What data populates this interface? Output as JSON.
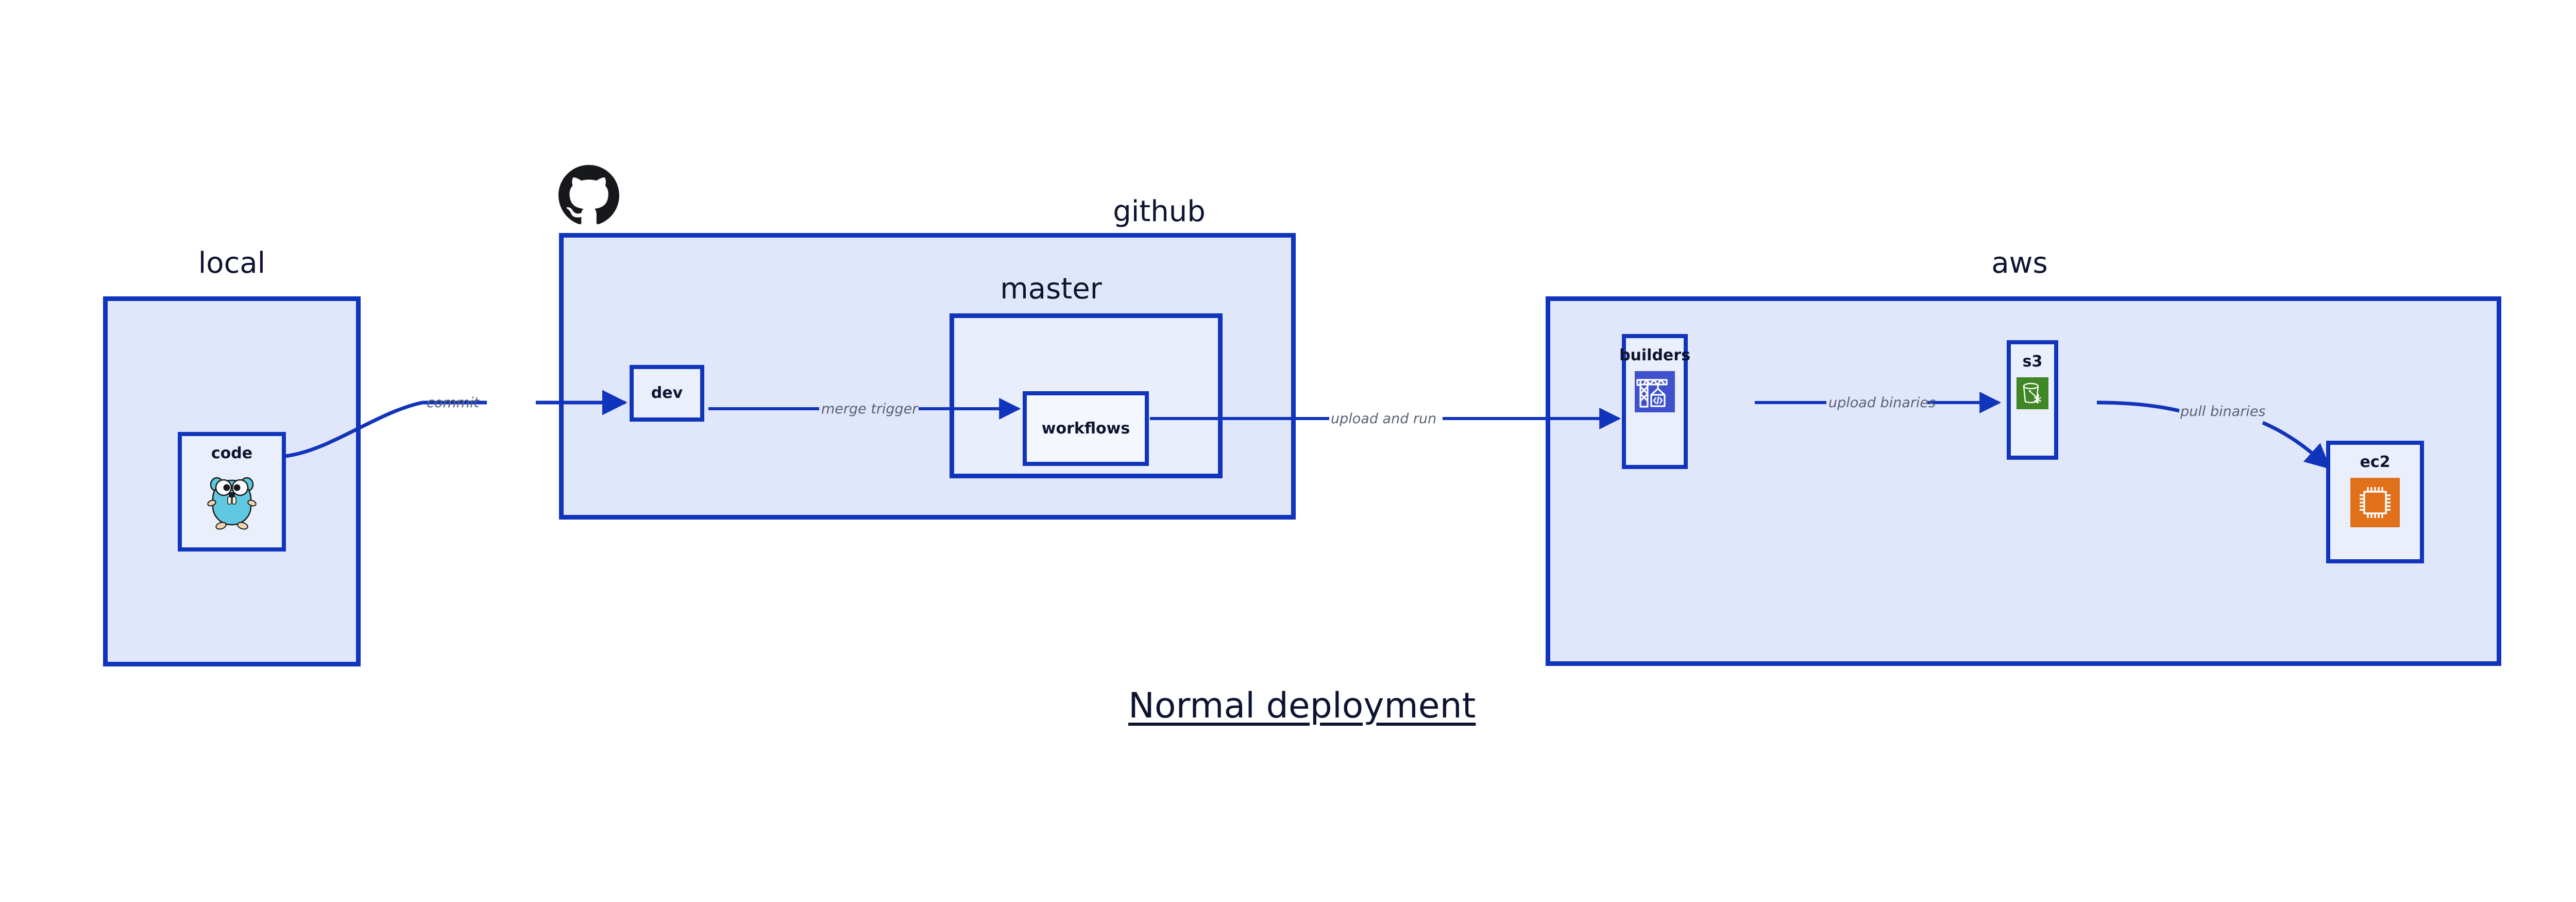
{
  "diagram": {
    "title": "Normal deployment",
    "background": "#ffffff",
    "accent_border": "#1034bb",
    "cluster_fill": "#e1e7fa",
    "node_fill": "#eaeffc",
    "label_color": "#0e1430",
    "edge_label_color": "#5a6172"
  },
  "clusters": [
    {
      "id": "local",
      "label": "local"
    },
    {
      "id": "github",
      "label": "github"
    },
    {
      "id": "master",
      "label": "master"
    },
    {
      "id": "aws",
      "label": "aws"
    }
  ],
  "nodes": [
    {
      "id": "code",
      "label": "code",
      "icon": "go-gopher-icon",
      "icon_color": "#5ec9e0"
    },
    {
      "id": "dev",
      "label": "dev",
      "icon": "none",
      "icon_color": ""
    },
    {
      "id": "workflows",
      "label": "workflows",
      "icon": "none",
      "icon_color": ""
    },
    {
      "id": "builders",
      "label": "builders",
      "icon": "aws-codebuild-icon",
      "icon_color": "#3f51cc"
    },
    {
      "id": "s3",
      "label": "s3",
      "icon": "aws-s3-glacier-icon",
      "icon_color": "#3f8624"
    },
    {
      "id": "ec2",
      "label": "ec2",
      "icon": "aws-ec2-icon",
      "icon_color": "#e0701a"
    }
  ],
  "edges": [
    {
      "id": "e1",
      "from": "code",
      "to": "dev",
      "label": "commit"
    },
    {
      "id": "e2",
      "from": "dev",
      "to": "workflows",
      "label": "merge trigger"
    },
    {
      "id": "e3",
      "from": "workflows",
      "to": "builders",
      "label": "upload and run"
    },
    {
      "id": "e4",
      "from": "builders",
      "to": "s3",
      "label": "upload binaries"
    },
    {
      "id": "e5",
      "from": "s3",
      "to": "ec2",
      "label": "pull binaries"
    }
  ],
  "icons": {
    "github_logo": "github-octocat-icon"
  }
}
